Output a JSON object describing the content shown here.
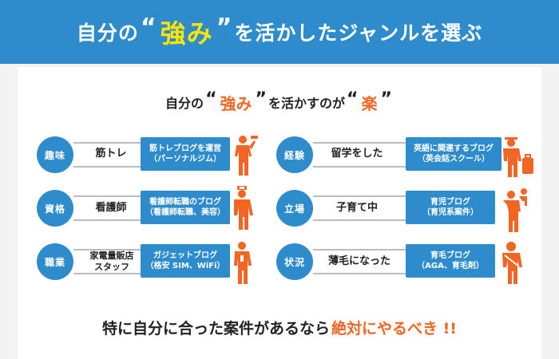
{
  "header": {
    "pre": "自分の",
    "q_open": "“",
    "highlight": "強み",
    "q_close": "”",
    "post": "を活かしたジャンルを選ぶ"
  },
  "subtitle": {
    "pre": "自分の",
    "q_open": "“",
    "highlight1": "強み",
    "q_close": "”",
    "mid": "を活かすのが",
    "q_open2": "“",
    "highlight2": "楽",
    "q_close2": "”"
  },
  "rows": {
    "hobby": {
      "label": "趣味",
      "text": "筋トレ",
      "box1": "筋トレブログを運営",
      "box2": "（パーソナルジム）"
    },
    "license": {
      "label": "資格",
      "text": "看護師",
      "box1": "看護師転職のブログ",
      "box2": "（看護師転職、美容）"
    },
    "job": {
      "label": "職業",
      "text1": "家電量販店",
      "text2": "スタッフ",
      "box1": "ガジェットブログ",
      "box2": "（格安 SIM、WiFi）"
    },
    "exp": {
      "label": "経験",
      "text": "留学をした",
      "box1": "英語に関連するブログ",
      "box2": "（英会話スクール）"
    },
    "position": {
      "label": "立場",
      "text": "子育て中",
      "box1": "育児ブログ",
      "box2": "（育児系案件）"
    },
    "status": {
      "label": "状況",
      "text": "薄毛になった",
      "box1": "育毛ブログ",
      "box2": "（AGA、育毛剤）"
    }
  },
  "footer": {
    "text": "特に自分に合った案件があるなら",
    "highlight": "絶対にやるべき !!"
  },
  "colors": {
    "banner": "#2f8ccc",
    "accent_yellow": "#ffe600",
    "accent_orange": "#f26522",
    "figure": "#f26522"
  }
}
